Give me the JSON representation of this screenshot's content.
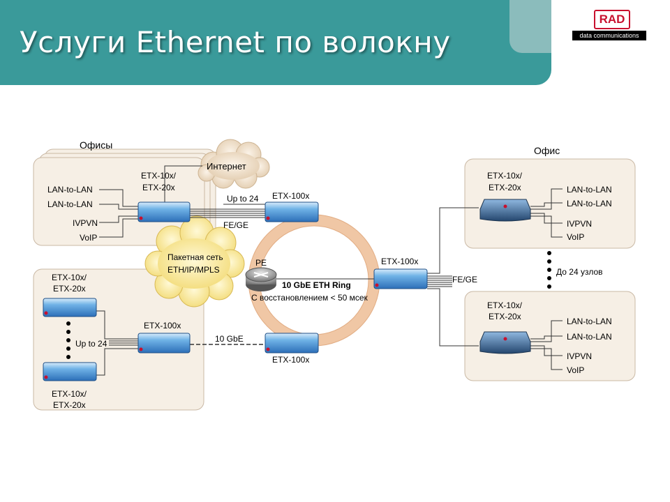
{
  "header": {
    "title": "Услуги Ethernet по волокну"
  },
  "logo": {
    "brand": "RAD",
    "tagline": "data communications"
  },
  "diagram": {
    "offices_top_label": "Офисы",
    "office_right_label": "Офис",
    "internet_label": "Интернет",
    "packet_network_line1": "Пакетная сеть",
    "packet_network_line2": "ETH/IP/MPLS",
    "device_etx10_line1": "ETX-10x/",
    "device_etx10_line2": "ETX-20x",
    "device_etx100": "ETX-100x",
    "service_lan_to_lan": "LAN-to-LAN",
    "service_ipvpn": "IVPVN",
    "service_voip": "VoIP",
    "up_to_24": "Up to 24",
    "fe_ge": "FE/GE",
    "ten_gbe": "10 GbE",
    "pe_label": "PE",
    "ring_title": "10 GbE ETH Ring",
    "ring_subtitle": "С восстановлением < 50 мсек",
    "up_to_24_nodes": "До 24 узлов"
  }
}
